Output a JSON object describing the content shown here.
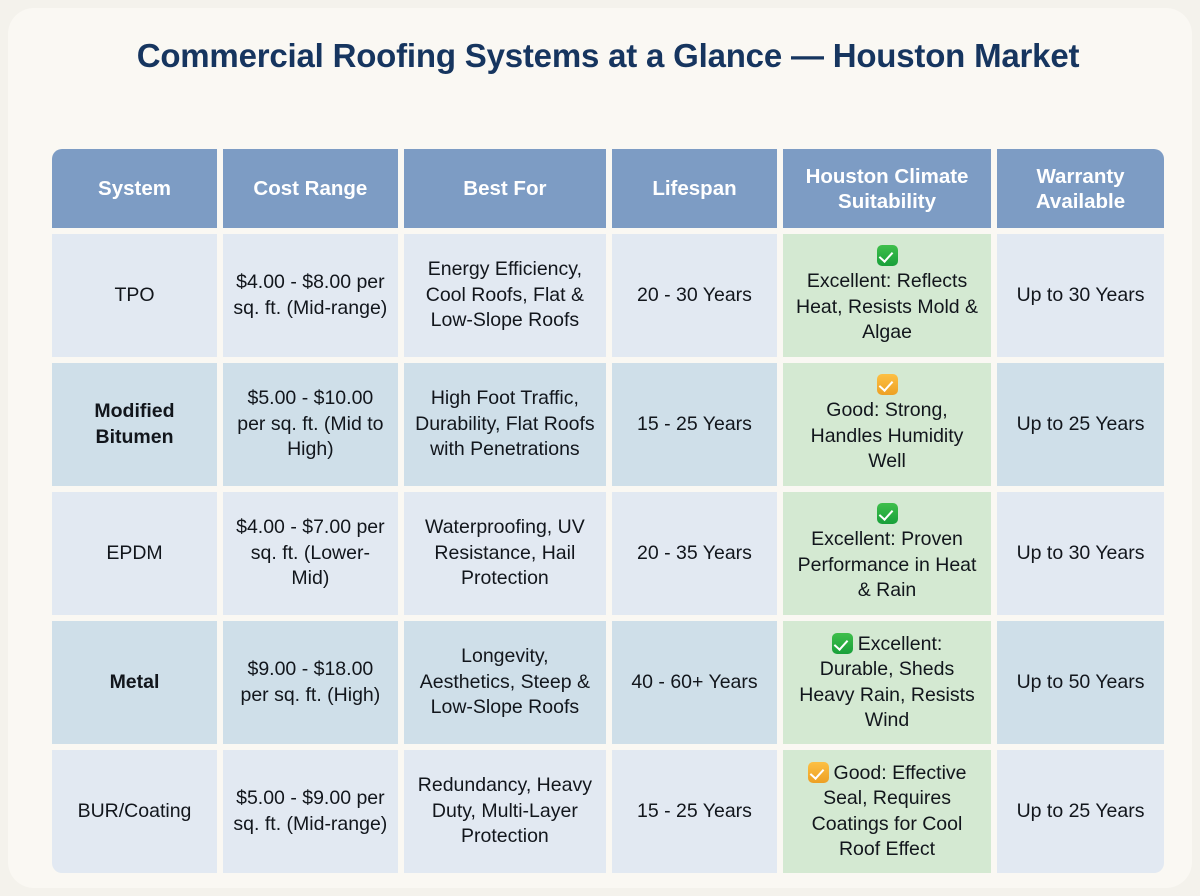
{
  "title": "Commercial Roofing Systems at a Glance — Houston Market",
  "colors": {
    "page_background": "#f4f2ec",
    "card_background": "#faf8f3",
    "title_text": "#16355f",
    "header_background": "#7d9cc4",
    "header_text": "#ffffff",
    "row_odd_background": "#e2e9f2",
    "row_even_background": "#cfdfe9",
    "climate_background": "#d4e9d2",
    "excellent_badge": "#1fa83c",
    "good_badge": "#f0a830"
  },
  "table": {
    "columns": [
      "System",
      "Cost Range",
      "Best For",
      "Lifespan",
      "Houston Climate Suitability",
      "Warranty Available"
    ],
    "rows": [
      {
        "system": "TPO",
        "cost_range": "$4.00 - $8.00 per sq. ft. (Mid-range)",
        "best_for": "Energy Efficiency, Cool Roofs, Flat & Low-Slope Roofs",
        "lifespan": "20 - 30 Years",
        "climate_icon": "green-check-icon",
        "climate_icon_layout": "block",
        "climate": "Excellent: Reflects Heat, Resists Mold & Algae",
        "warranty": "Up to 30 Years"
      },
      {
        "system": "Modified Bitumen",
        "cost_range": "$5.00 - $10.00 per sq. ft. (Mid to High)",
        "best_for": "High Foot Traffic, Durability, Flat Roofs with Penetrations",
        "lifespan": "15 - 25 Years",
        "climate_icon": "amber-check-icon",
        "climate_icon_layout": "block",
        "climate": "Good: Strong, Handles Humidity Well",
        "warranty": "Up to 25 Years"
      },
      {
        "system": "EPDM",
        "cost_range": "$4.00 - $7.00 per sq. ft. (Lower-Mid)",
        "best_for": "Waterproofing, UV Resistance, Hail Protection",
        "lifespan": "20 - 35 Years",
        "climate_icon": "green-check-icon",
        "climate_icon_layout": "block",
        "climate": "Excellent: Proven Performance in Heat & Rain",
        "warranty": "Up to 30 Years"
      },
      {
        "system": "Metal",
        "cost_range": "$9.00 - $18.00 per sq. ft. (High)",
        "best_for": "Longevity, Aesthetics, Steep & Low-Slope Roofs",
        "lifespan": "40 - 60+ Years",
        "climate_icon": "green-check-icon",
        "climate_icon_layout": "inline",
        "climate": "Excellent: Durable, Sheds Heavy Rain, Resists Wind",
        "warranty": "Up to 50 Years"
      },
      {
        "system": "BUR/Coating",
        "cost_range": "$5.00 - $9.00 per sq. ft. (Mid-range)",
        "best_for": "Redundancy, Heavy Duty, Multi-Layer Protection",
        "lifespan": "15 - 25 Years",
        "climate_icon": "amber-check-icon",
        "climate_icon_layout": "inline",
        "climate": "Good: Effective Seal, Requires Coatings for Cool Roof Effect",
        "warranty": "Up to 25 Years"
      }
    ]
  }
}
